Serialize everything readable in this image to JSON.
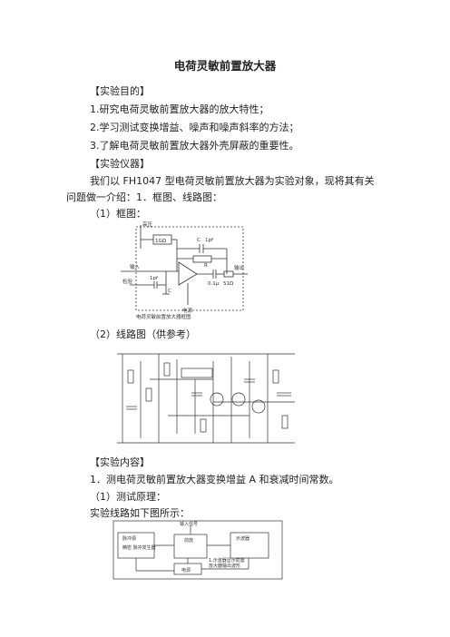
{
  "title": "电荷灵敏前置放大器",
  "sec_purpose": "【实验目的】",
  "purpose_items": [
    "1.研究电荷灵敏前置放大器的放大特性；",
    "2.学习测试变换增益、噪声和噪声斜率的方法；",
    "3.了解电荷灵敏前置放大器外壳屏蔽的重要性。"
  ],
  "sec_instruments": "【实验仪器】",
  "intro_line1": "我们以  FH1047  型电荷灵敏前置放大器为实验对象，现将其有关",
  "intro_line2": "问题做一介绍：1．框图、线路图：",
  "sub_block": "（1）框图：",
  "sub_circuit": "（2）线路图（供参考）",
  "sec_content": "【实验内容】",
  "content_item1": "1．测电荷灵敏前置放大器变换增益 A 和衰减时间常数。",
  "content_sub1": "（1）测试原理：",
  "content_text1": "实验线路如下图所示：",
  "fig1": {
    "label_hv": "高压",
    "label_r1": "1GΩ",
    "label_cf": "C",
    "label_cf_val": "1pf",
    "label_rf": "R",
    "label_in": "输入",
    "label_test": "检验",
    "label_c1": "1pf",
    "label_ci": "C",
    "label_out": "输出",
    "label_cap": "0.1μ",
    "label_r51": "51Ω",
    "label_power": "电源",
    "caption": "电荷灵敏前置放大器框图"
  },
  "fig3": {
    "label_top": "输入信号",
    "label_gen": "脉冲源",
    "label_gen_sub": "精密\n脉冲发生器",
    "label_mid": "前放",
    "label_scope": "示波器",
    "label_power": "电源",
    "label_note1": "1.示波器显示前置",
    "label_note2": "放大器输出波形"
  }
}
